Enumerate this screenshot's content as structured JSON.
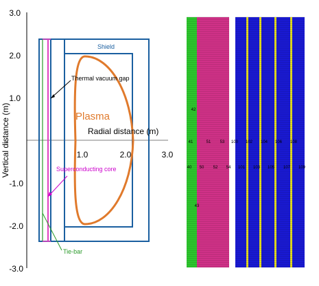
{
  "left_panel": {
    "y_axis_title": "Vertical distance (m)",
    "x_axis_title": "Radial distance (m)",
    "y_ticks": [
      "3.0",
      "2.0",
      "1.0",
      "-",
      "-1.0",
      "-2.0",
      "-3.0"
    ],
    "x_ticks": [
      "1.0",
      "2.0",
      "3.0"
    ],
    "labels": {
      "shield": "Shield",
      "thermal_gap": "Thermal vacuum gap",
      "plasma": "Plasma",
      "sc_core": "Superconducting core",
      "tie_bar": "Tie-bar"
    },
    "colors": {
      "frame": "#1a5fa0",
      "plasma": "#e07a2c",
      "sc_core_label": "#cc00cc",
      "sc_core_bar": "#e040c0",
      "tie_bar": "#2a9a2a",
      "shield_label": "#1a5fa0"
    }
  },
  "right_panel": {
    "region_labels": {
      "r42": "42",
      "r41": "41",
      "r40": "40",
      "r43": "43",
      "r50": "50",
      "r51": "51",
      "r52": "52",
      "r53": "53",
      "r54": "54",
      "r101": "101",
      "r102": "102",
      "r103": "103",
      "r104": "104",
      "r105": "105",
      "r106": "106",
      "r107": "107",
      "r108": "108",
      "r109": "109",
      "r100": "100"
    },
    "colors": {
      "green": "#2ecc2e",
      "magenta": "#d6338c",
      "blue": "#1a1ad8",
      "yellow": "#e8e020",
      "grid_line": "#000000"
    }
  }
}
